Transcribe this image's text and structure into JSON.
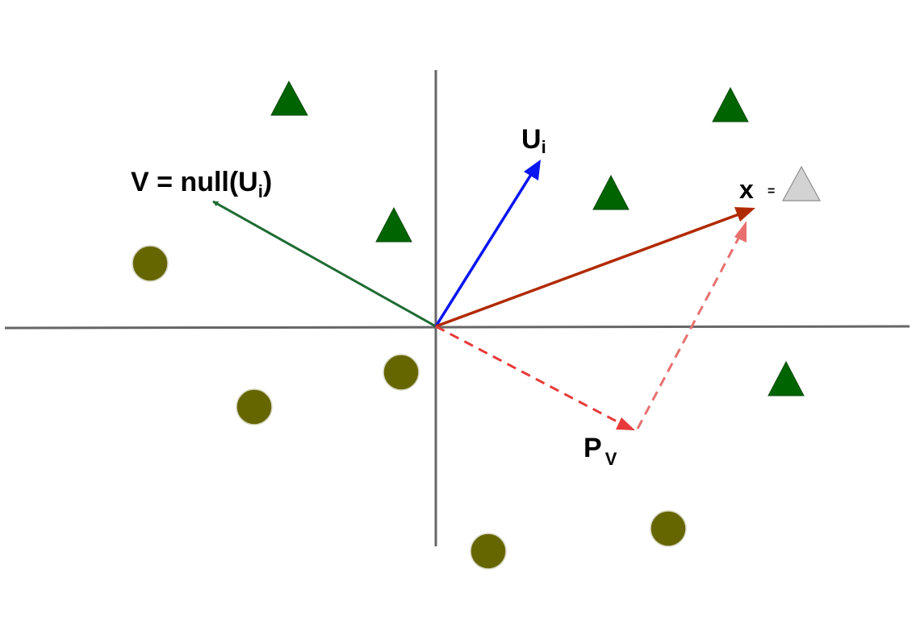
{
  "labels": {
    "v_prefix": "V = null(U",
    "v_sub": "i",
    "v_suffix": ")",
    "u_main": "U",
    "u_sub": "i",
    "x_main": "x",
    "x_eq": "=",
    "pv_main": "P",
    "pv_sub": "V"
  },
  "icons": {
    "class_a": "triangle-icon",
    "class_b": "circle-icon",
    "query": "triangle-icon"
  },
  "colors": {
    "axis": "#666666",
    "triangle": "#006400",
    "circle": "#666600",
    "query_triangle": "#d3d3d3",
    "null_vector": "#1e6b33",
    "u_vector": "#0a16f0",
    "x_vector": "#b02a00",
    "projection": "#e83a3a",
    "projection_light": "#e97070"
  }
}
